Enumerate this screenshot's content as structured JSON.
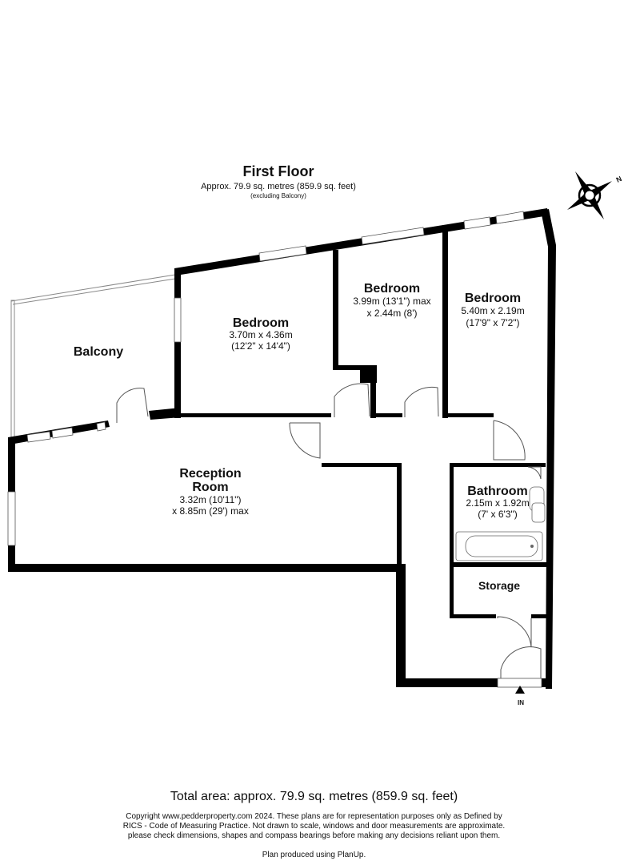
{
  "header": {
    "title": "First Floor",
    "area": "Approx. 79.9 sq. metres (859.9 sq. feet)",
    "note": "(excluding Balcony)"
  },
  "compass": {
    "label": "N",
    "icon": "compass-icon"
  },
  "rooms": {
    "balcony": {
      "name": "Balcony"
    },
    "bedroom1": {
      "name": "Bedroom",
      "dim1": "3.70m x 4.36m",
      "dim2": "(12'2\" x 14'4\")"
    },
    "bedroom2": {
      "name": "Bedroom",
      "dim1": "3.99m (13'1\") max",
      "dim2": "x 2.44m (8')"
    },
    "bedroom3": {
      "name": "Bedroom",
      "dim1": "5.40m x 2.19m",
      "dim2": "(17'9\" x 7'2\")"
    },
    "reception": {
      "name1": "Reception",
      "name2": "Room",
      "dim1": "3.32m (10'11\")",
      "dim2": "x 8.85m (29') max"
    },
    "bathroom": {
      "name": "Bathroom",
      "dim1": "2.15m x 1.92m",
      "dim2": "(7' x 6'3\")"
    },
    "storage": {
      "name": "Storage"
    }
  },
  "entrance": {
    "label": "IN"
  },
  "footer": {
    "total": "Total area: approx. 79.9 sq. metres (859.9 sq. feet)",
    "copyright_line1": "Copyright www.pedderproperty.com 2024. These plans are for representation purposes only as Defined by",
    "copyright_line2": "RICS - Code of Measuring Practice. Not drawn to scale, windows and door measurements are approximate.",
    "copyright_line3": "please check dimensions, shapes and compass bearings before making any decisions reliant upon them.",
    "produced": "Plan produced using PlanUp."
  }
}
